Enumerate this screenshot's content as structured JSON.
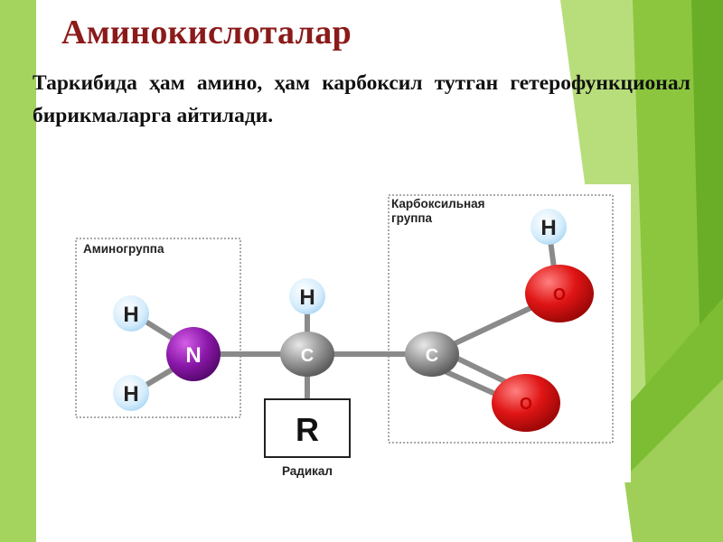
{
  "slide": {
    "title": "Аминокислоталар",
    "description": "Таркибида ҳам амино, ҳам карбоксил тутган гетерофункционал бирикмаларга айтилади."
  },
  "diagram": {
    "groups": {
      "amino_label": "Аминогруппа",
      "carboxyl_label_line1": "Карбоксильная",
      "carboxyl_label_line2": "группа",
      "radical_label": "Радикал"
    },
    "atoms": {
      "h_amino_top": "H",
      "h_amino_bottom": "H",
      "nitrogen": "N",
      "h_alpha": "H",
      "carbon_alpha": "C",
      "carbon_carboxyl": "C",
      "oxygen_hydroxyl": "O",
      "h_hydroxyl": "H",
      "oxygen_carbonyl": "O",
      "radical": "R"
    }
  },
  "colors": {
    "title": "#8b1a1a",
    "nitrogen": "#8a17a8",
    "oxygen": "#e01515",
    "carbon": "#8f8f8f",
    "hydrogen": "#d4ecfb",
    "green_light": "#a9d56a",
    "green_dark": "#6fb52a"
  }
}
